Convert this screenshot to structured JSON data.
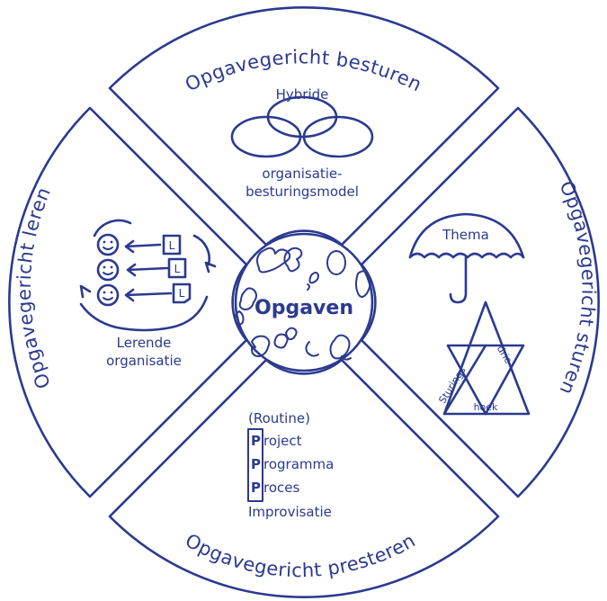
{
  "colors": {
    "ink": "#2b3a8f",
    "background": "#ffffff"
  },
  "center": {
    "label": "Opgaven"
  },
  "quadrants": {
    "top": {
      "title": "Opgavegericht besturen",
      "label_top": "Hybride",
      "label_line1": "organisatie-",
      "label_line2": "besturingsmodel",
      "icon": "overlapping-ellipses-icon"
    },
    "right": {
      "title": "Opgavegericht sturen",
      "umbrella_label": "Thema",
      "triangle_left": "Sturings",
      "triangle_right": "drie",
      "triangle_bottom": "hoek",
      "icon": "umbrella-icon"
    },
    "bottom": {
      "title": "Opgavegericht presteren",
      "items": [
        "(Routine)",
        "roject",
        "rogramma",
        "roces",
        "Improvisatie"
      ],
      "boxed_letter": "P"
    },
    "left": {
      "title": "Opgavegericht leren",
      "label_line1": "Lerende",
      "label_line2": "organisatie",
      "card_letter": "L",
      "icon": "learning-cycle-icon"
    }
  }
}
